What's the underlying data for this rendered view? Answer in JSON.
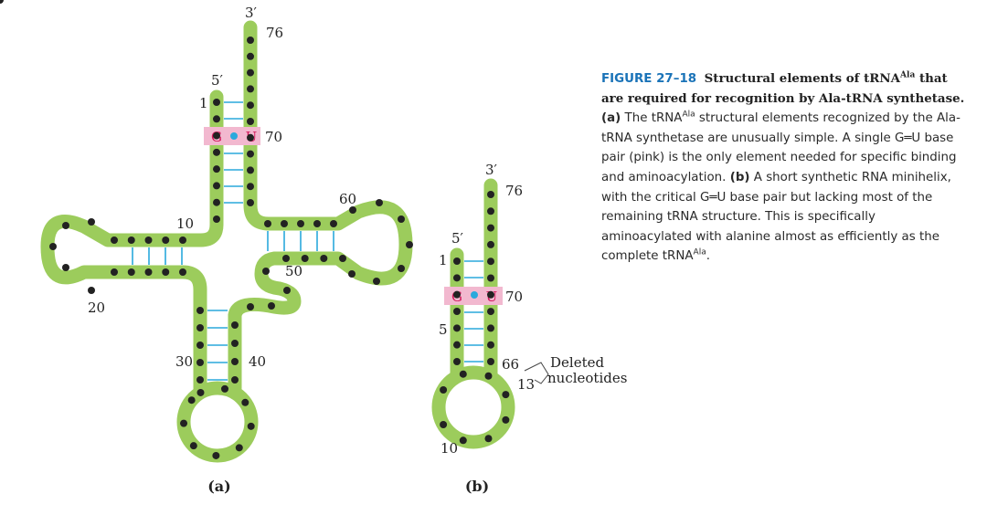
{
  "caption": {
    "figure_number": "FIGURE 27–18",
    "title_pre": "Structural elements of tRNA",
    "title_sup": "Ala",
    "title_post": " that are required for recognition by Ala-tRNA synthetase.",
    "part_a_label": "(a)",
    "a_pre": " The tRNA",
    "a_sup": "Ala",
    "a_post": " structural elements recognized by the Ala-tRNA synthetase are unusually simple. A single G═U base pair (pink) is the only element needed for specific binding and aminoacylation.",
    "part_b_label": "(b)",
    "b_text": " A short synthetic RNA minihelix, with the critical G═U base pair but lacking most of the remaining tRNA structure. This is specifically aminoacylated with alanine almost as efficiently as the complete tRNA",
    "b_sup": "Ala",
    "b_end": "."
  },
  "panel_a": {
    "panel_label": "(a)",
    "end_3prime": "3′",
    "end_5prime": "5′",
    "pos_76": "76",
    "pos_1": "1",
    "pos_70": "70",
    "pos_10": "10",
    "pos_20": "20",
    "pos_30": "30",
    "pos_40": "40",
    "pos_50": "50",
    "pos_60": "60",
    "base_g": "G",
    "base_u": "U"
  },
  "panel_b": {
    "panel_label": "(b)",
    "end_3prime": "3′",
    "end_5prime": "5′",
    "pos_76": "76",
    "pos_1": "1",
    "pos_70": "70",
    "pos_5": "5",
    "pos_66": "66",
    "pos_13": "13",
    "pos_10": "10",
    "base_g": "G",
    "base_u": "U",
    "deleted_line1": "Deleted",
    "deleted_line2": "nucleotides"
  },
  "colors": {
    "backbone": "#9ccc5c",
    "nucleotide": "#222222",
    "pair_line": "#2aa9dc",
    "gu_box": "#f2b8cf",
    "gu_text": "#d2185a",
    "gu_dot": "#2aa9dc",
    "figure_number": "#1a73b8"
  }
}
